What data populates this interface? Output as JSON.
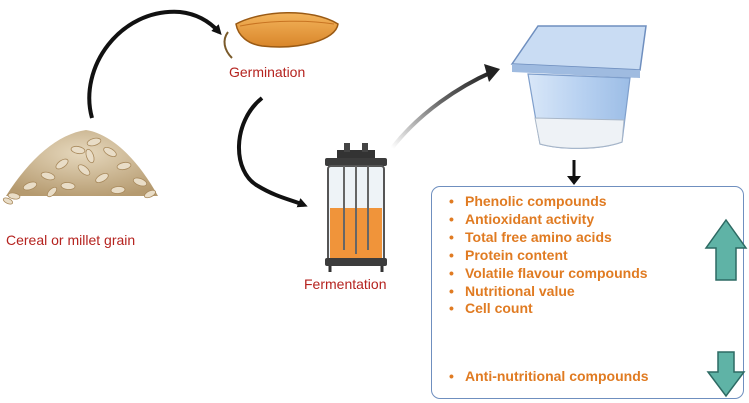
{
  "stages": {
    "grain_label": "Cereal or millet grain",
    "germination_label": "Germination",
    "fermentation_label": "Fermentation"
  },
  "outcomes": {
    "increased": [
      "Phenolic compounds",
      "Antioxidant activity",
      "Total free amino acids",
      "Protein content",
      "Volatile flavour compounds",
      "Nutritional value",
      "Cell count"
    ],
    "decreased": [
      "Anti-nutritional compounds"
    ]
  },
  "icons": {
    "grain": "grain-pile-icon",
    "seed": "germinating-seed-icon",
    "fermenter": "bioreactor-icon",
    "product": "yogurt-cup-icon",
    "increase": "up-arrow-icon",
    "decrease": "down-arrow-icon"
  },
  "colors": {
    "label_red": "#b5231f",
    "item_orange": "#e07b22",
    "box_border": "#6f8fbf",
    "arrow_teal": "#5fb3a6"
  }
}
